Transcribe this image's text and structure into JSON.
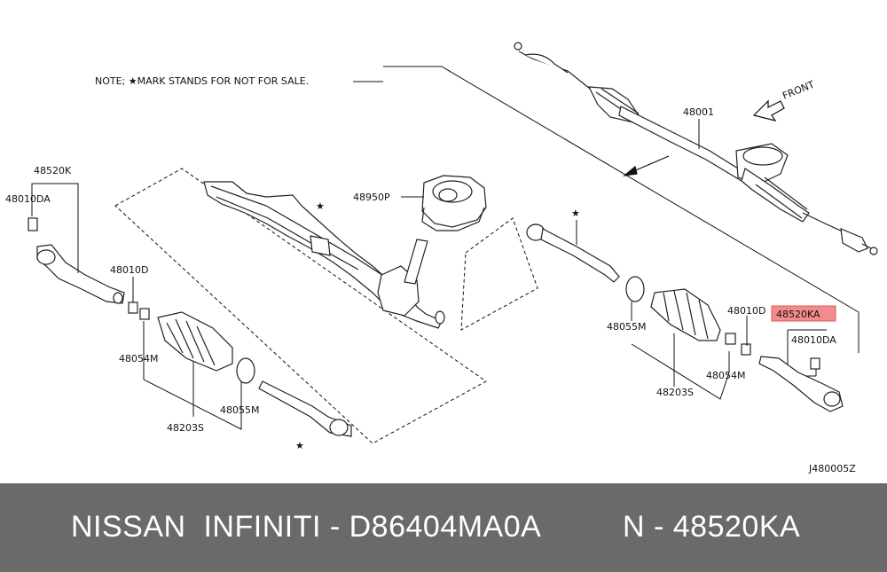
{
  "diagram": {
    "note": "NOTE; ★MARK STANDS FOR NOT FOR SALE.",
    "front_label": "FRONT",
    "diagram_code": "J480005Z",
    "part_labels": {
      "p48001": "48001",
      "p48950P": "48950P",
      "p48520K": "48520K",
      "p48010DA_left": "48010DA",
      "p48010D_left": "48010D",
      "p48054M_left": "48054M",
      "p48055M_left": "48055M",
      "p48203S_left": "48203S",
      "p48055M_right": "48055M",
      "p48203S_right": "48203S",
      "p48054M_right": "48054M",
      "p48010D_right": "48010D",
      "p48520KA": "48520KA",
      "p48010DA_right": "48010DA"
    },
    "highlight_color": "#f28b8b"
  },
  "footer": {
    "brand_text": "NISSAN  INFINITI - D86404MA0A",
    "part_text": "N - 48520KA"
  }
}
